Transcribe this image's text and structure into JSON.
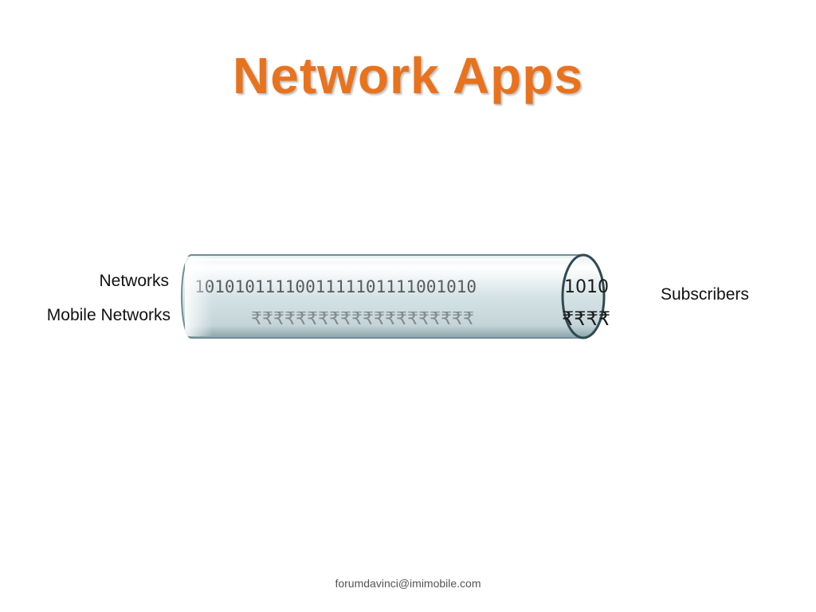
{
  "title": "Network Apps",
  "labels": {
    "networks": "Networks",
    "mobile_networks": "Mobile Networks",
    "subscribers": "Subscribers"
  },
  "pipe": {
    "binary_stream": "1010101111001111101111001010",
    "binary_end": "1010",
    "rupee_stream": "₹₹₹₹₹₹₹₹₹₹₹₹₹₹₹₹₹₹₹₹",
    "rupee_end": "₹₹₹₹"
  },
  "footer": "forumdavinci@imimobile.com",
  "colors": {
    "title": "#E8731E",
    "pipe_outline": "#2f4a52"
  }
}
